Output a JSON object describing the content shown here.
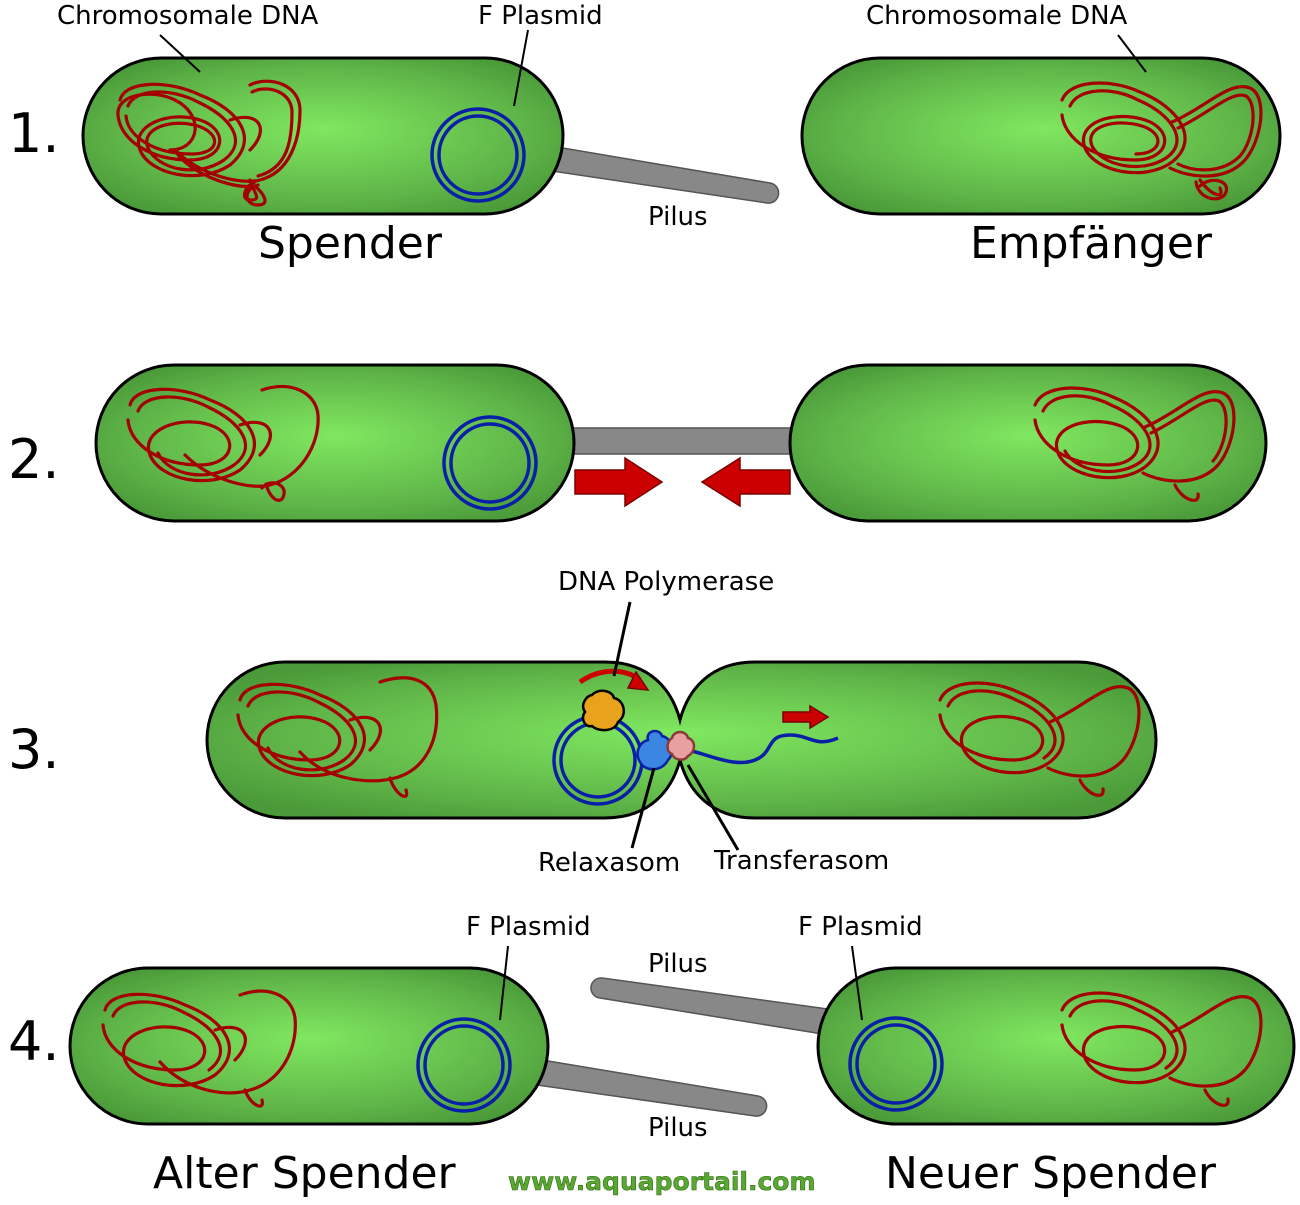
{
  "rows": {
    "r1": {
      "number": "1.",
      "chrom_dna_left": "Chromosomale DNA",
      "f_plasmid": "F Plasmid",
      "chrom_dna_right": "Chromosomale DNA",
      "pilus": "Pilus",
      "donor": "Spender",
      "recipient": "Empfänger"
    },
    "r2": {
      "number": "2."
    },
    "r3": {
      "number": "3.",
      "dna_polymerase": "DNA Polymerase",
      "relaxasom": "Relaxasom",
      "transferasom": "Transferasom"
    },
    "r4": {
      "number": "4.",
      "f_plasmid_left": "F Plasmid",
      "f_plasmid_right": "F Plasmid",
      "pilus_top": "Pilus",
      "pilus_bottom": "Pilus",
      "old_donor": "Alter Spender",
      "new_donor": "Neuer Spender"
    }
  },
  "watermark": "www.aquaportail.com",
  "colors": {
    "cell_fill_center": "#7ee05e",
    "cell_fill_edge": "#4d9e3b",
    "chromosomal_dna": "#a50000",
    "plasmid": "#0a1fa8",
    "pilus": "#888888",
    "arrow": "#cc0000",
    "polymerase": "#e8a21c",
    "relaxasome": "#3a86e0",
    "transferasome": "#e8a0a0",
    "watermark": "#5aa832"
  }
}
